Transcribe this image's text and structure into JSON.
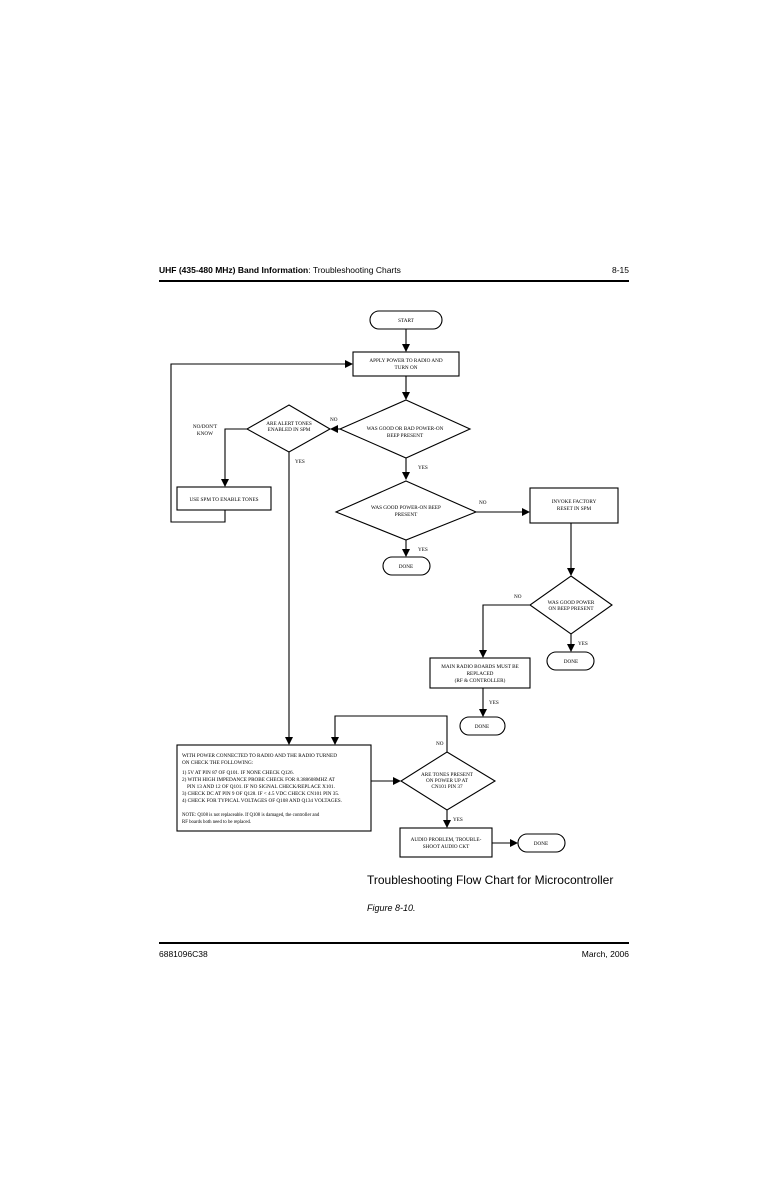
{
  "header": {
    "title_bold": "UHF (435-480 MHz) Band Information",
    "title_rest": ": Troubleshooting Charts",
    "page_number": "8-15"
  },
  "flowchart": {
    "start": "START",
    "apply_power": [
      "APPLY POWER TO RADIO AND",
      "TURN ON"
    ],
    "diamond_good_or_bad": [
      "WAS GOOD OR BAD POWER-ON",
      "BEEP PRESENT"
    ],
    "diamond_alert_tones": [
      "ARE ALERT TONES",
      "ENABLED IN SPM"
    ],
    "label_no_dont_know": [
      "NO/DON'T",
      "KNOW"
    ],
    "use_spm": "USE SPM TO ENABLE TONES",
    "diamond_good_beep": [
      "WAS GOOD POWER-ON BEEP",
      "PRESENT"
    ],
    "invoke_reset": [
      "INVOKE FACTORY",
      "RESET IN SPM"
    ],
    "diamond_good_power": [
      "WAS GOOD POWER",
      "ON BEEP PRESENT"
    ],
    "main_boards": [
      "MAIN RADIO BOARDS MUST BE",
      "REPLACED",
      "(RF & CONTROLLER)"
    ],
    "check_box": {
      "intro": [
        "WITH POWER CONNECTED TO RADIO AND THE RADIO TURNED",
        "ON CHECK THE FOLLOWING:"
      ],
      "items": [
        "1) 5V AT PIN 87 OF Q101. IF NONE CHECK Q126.",
        "2) WITH HIGH IMPEDANCE PROBE CHECK FOR 8.388608MHZ AT",
        "    PIN 13 AND 12 OF Q101. IF NO SIGNAL CHECK/REPLACE X101.",
        "3) CHECK DC AT PIN 9 OF Q128. IF < 4.5 VDC CHECK CN101 PIN 35.",
        "4) CHECK FOR TYPICAL VOLTAGES OF Q108 AND Q134 VOLTAGES."
      ],
      "note": [
        "NOTE: Q108 is not replaceable. If Q108 is damaged, the controller and",
        "RF boards both need to be replaced."
      ]
    },
    "diamond_tones_present": [
      "ARE TONES PRESENT",
      "ON POWER UP AT",
      "CN101 PIN 37"
    ],
    "audio_problem": [
      "AUDIO PROBLEM, TROUBLE-",
      "SHOOT AUDIO CKT"
    ],
    "done": "DONE",
    "yes": "YES",
    "no": "NO"
  },
  "caption": "Troubleshooting Flow Chart for Microcontroller",
  "figure_label": "Figure 8-10.",
  "footer": {
    "doc_number": "6881096C38",
    "date": "March, 2006"
  }
}
